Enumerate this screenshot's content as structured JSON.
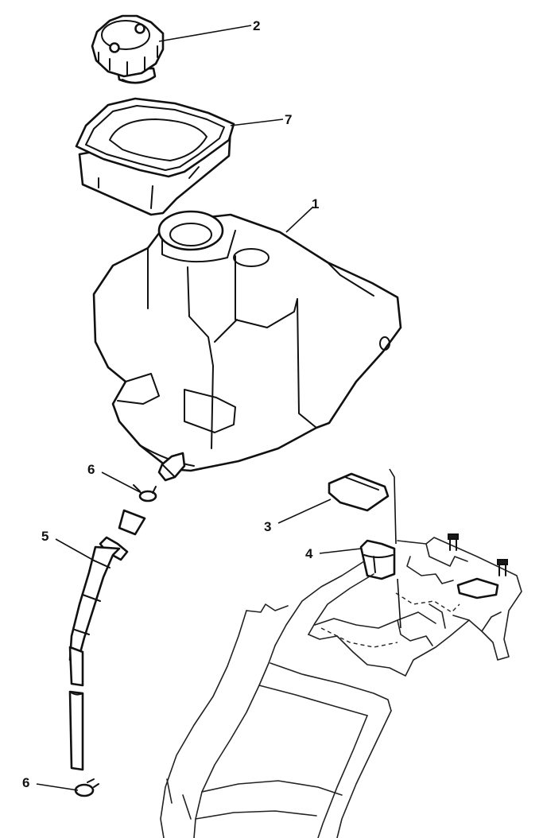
{
  "callouts": [
    {
      "id": "c2",
      "label": "2",
      "part": "fuel-cap"
    },
    {
      "id": "c7",
      "label": "7",
      "part": "filler-strainer"
    },
    {
      "id": "c1",
      "label": "1",
      "part": "fuel-tank"
    },
    {
      "id": "c6a",
      "label": "6",
      "part": "hose-clamp"
    },
    {
      "id": "c5",
      "label": "5",
      "part": "fuel-hose"
    },
    {
      "id": "c3",
      "label": "3",
      "part": "damper"
    },
    {
      "id": "c4",
      "label": "4",
      "part": "grommet"
    },
    {
      "id": "c6b",
      "label": "6",
      "part": "hose-clamp"
    }
  ]
}
